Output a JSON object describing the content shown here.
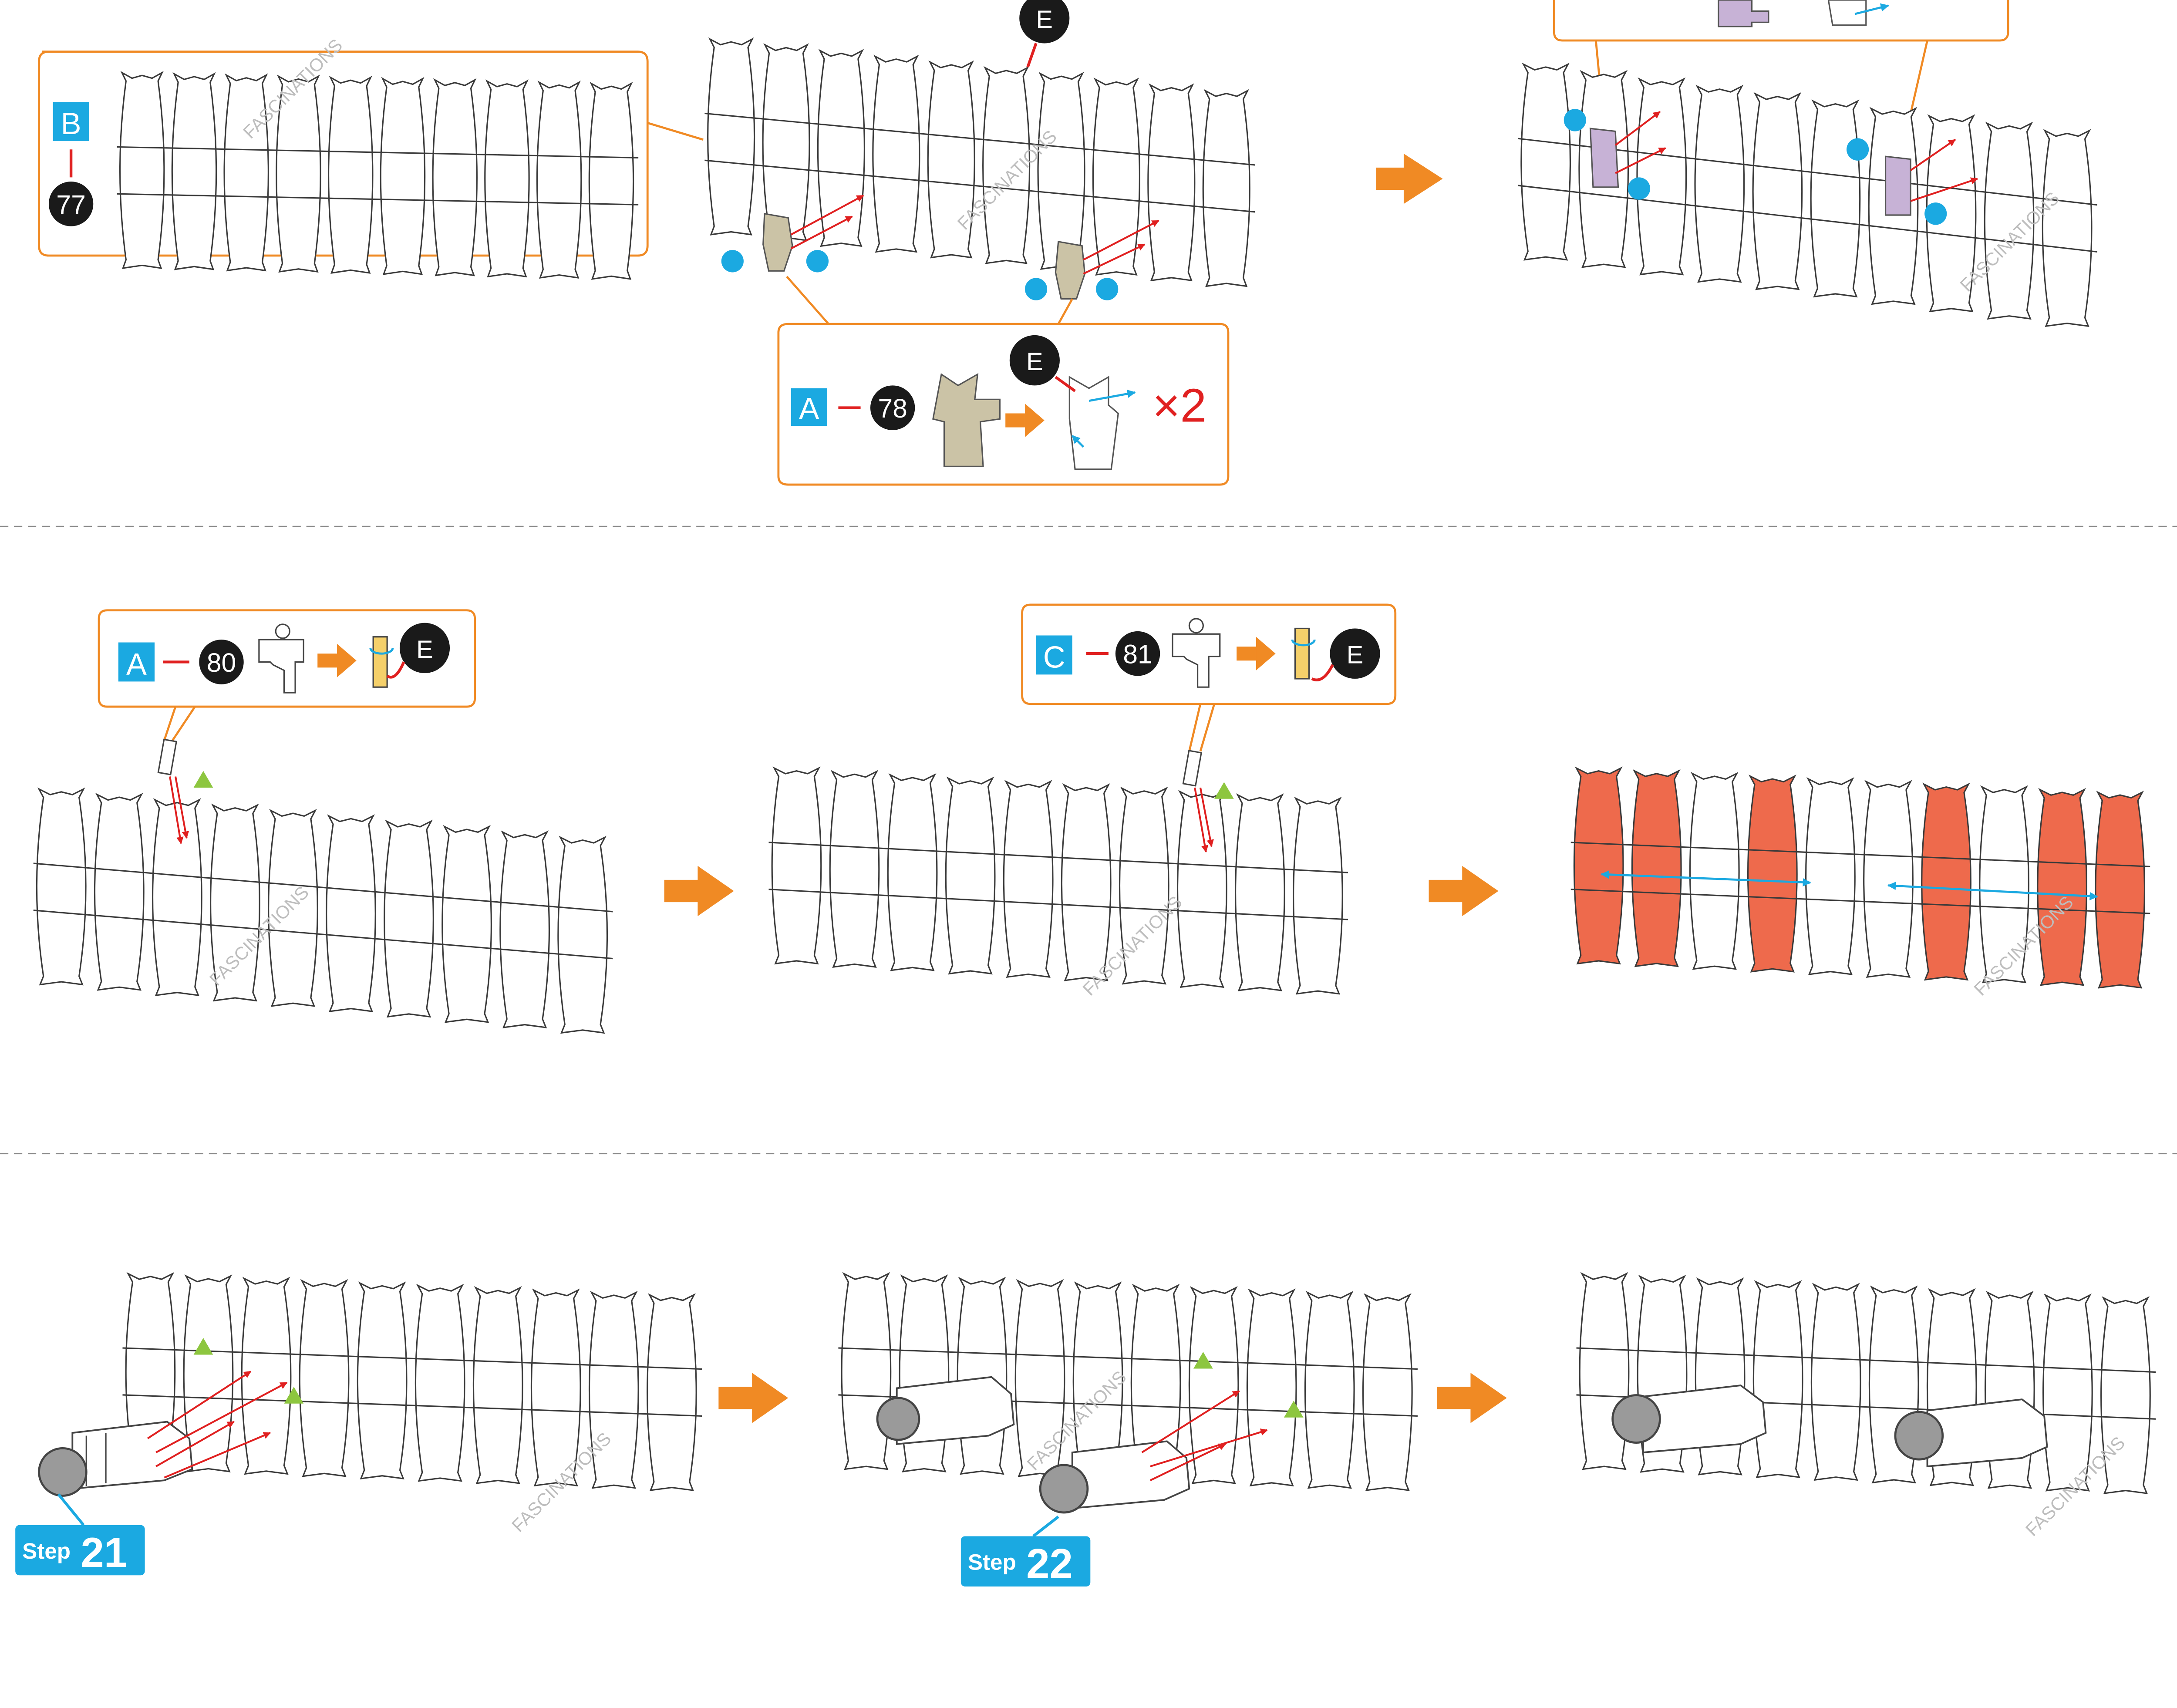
{
  "colors": {
    "orange": "#F08A24",
    "blue": "#1BA9E1",
    "black": "#1A1A1A",
    "red": "#E02020",
    "salmon": "#EE6A4C",
    "beige": "#CBC3A6",
    "lavender": "#C7B2D6",
    "green": "#8DC63F",
    "outline": "#3A3A3A",
    "watermark": "#BDBDBD",
    "grey": "#9A9A9A"
  },
  "watermark_text": "FASCINATIONS",
  "callouts": {
    "b77": {
      "sheet": "B",
      "part": "77"
    },
    "a78": {
      "sheet": "A",
      "part": "78",
      "connector": "E",
      "multiplier": "×2"
    },
    "a80": {
      "sheet": "A",
      "part": "80",
      "connector": "E"
    },
    "c81": {
      "sheet": "C",
      "part": "81",
      "connector": "E"
    }
  },
  "top_marker": "E",
  "steps": {
    "s21": {
      "word": "Step",
      "number": "21"
    },
    "s22": {
      "word": "Step",
      "number": "22"
    }
  },
  "icons": [
    "flow-arrow-icon",
    "attach-point-dot",
    "align-triangle-icon",
    "connector-badge",
    "bend-arrow-icon"
  ]
}
